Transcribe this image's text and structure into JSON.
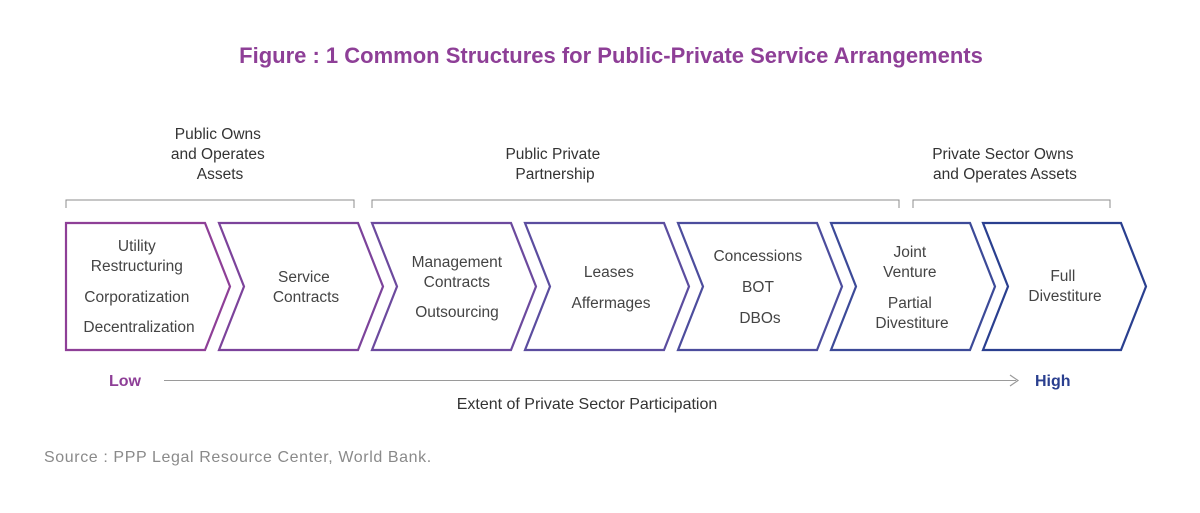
{
  "title": "Figure : 1 Common Structures for Public-Private Service Arrangements",
  "groups": [
    {
      "lines": [
        "Public Owns",
        "and Operates",
        "Assets"
      ]
    },
    {
      "lines": [
        "Public Private",
        "Partnership"
      ]
    },
    {
      "lines": [
        "Private Sector Owns",
        "and Operates Assets"
      ]
    }
  ],
  "chevrons": [
    {
      "lines": [
        "Utility",
        "Restructuring",
        "Corporatization",
        "Decentralization"
      ]
    },
    {
      "lines": [
        "Service",
        "Contracts"
      ]
    },
    {
      "lines": [
        "Management",
        "Contracts",
        "Outsourcing"
      ]
    },
    {
      "lines": [
        "Leases",
        "Affermages"
      ]
    },
    {
      "lines": [
        "Concessions",
        "BOT",
        "DBOs"
      ]
    },
    {
      "lines": [
        "Joint",
        "Venture",
        "Partial",
        "Divestiture"
      ]
    },
    {
      "lines": [
        "Full",
        "Divestiture"
      ]
    }
  ],
  "axis": {
    "low_label": "Low",
    "high_label": "High",
    "caption": "Extent of Private Sector Participation"
  },
  "source": "Source : PPP Legal Resource Center, World Bank.",
  "colors": {
    "title": "#8e3f97",
    "low": "#8e3f97",
    "high": "#2a3f8f",
    "bracket": "#8c8c8c",
    "axis_line": "#9a9a9a",
    "chevron_gradient": [
      "#8e3f97",
      "#7c439b",
      "#6c4a9e",
      "#5b4d9f",
      "#4c4d9d",
      "#3c4a98",
      "#2a3f8f"
    ]
  }
}
